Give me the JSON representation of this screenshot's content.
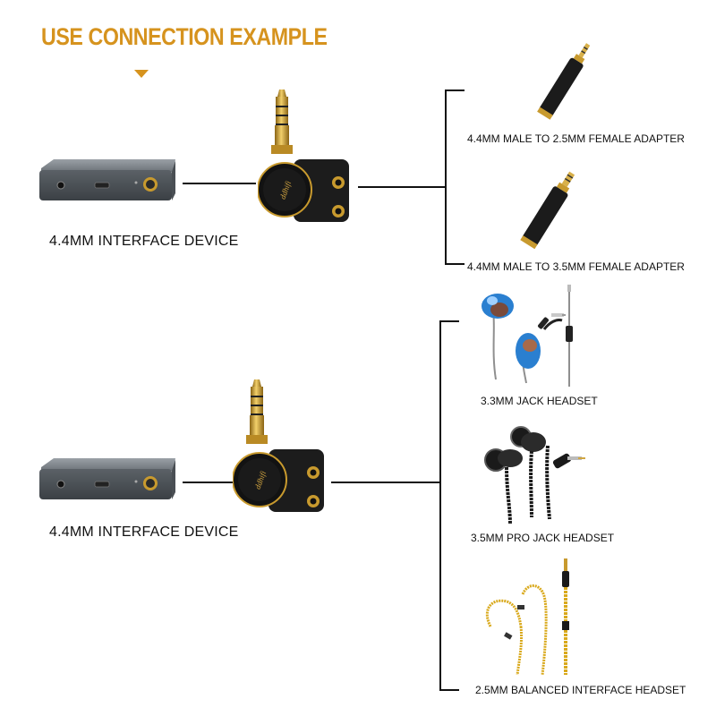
{
  "title": "USE CONNECTION EXAMPLE",
  "colors": {
    "accent": "#d6931e",
    "line": "#111111",
    "gold": "#c89a2e",
    "cable_gold": "#d9a91c"
  },
  "section1": {
    "device_label": "4.4MM INTERFACE DEVICE",
    "outputs": [
      {
        "label": "4.4MM MALE TO 2.5MM FEMALE ADAPTER",
        "icon": "adapter-2-5mm-icon"
      },
      {
        "label": "4.4MM MALE TO 3.5MM FEMALE ADAPTER",
        "icon": "adapter-3-5mm-icon"
      }
    ]
  },
  "section2": {
    "device_label": "4.4MM INTERFACE DEVICE",
    "outputs": [
      {
        "label": "3.3MM JACK HEADSET",
        "icon": "blue-iem-headset-icon"
      },
      {
        "label": "3.5MM PRO JACK HEADSET",
        "icon": "black-earbuds-headset-icon"
      },
      {
        "label": "2.5MM BALANCED INTERFACE HEADSET",
        "icon": "gold-cable-iem-icon"
      }
    ]
  }
}
